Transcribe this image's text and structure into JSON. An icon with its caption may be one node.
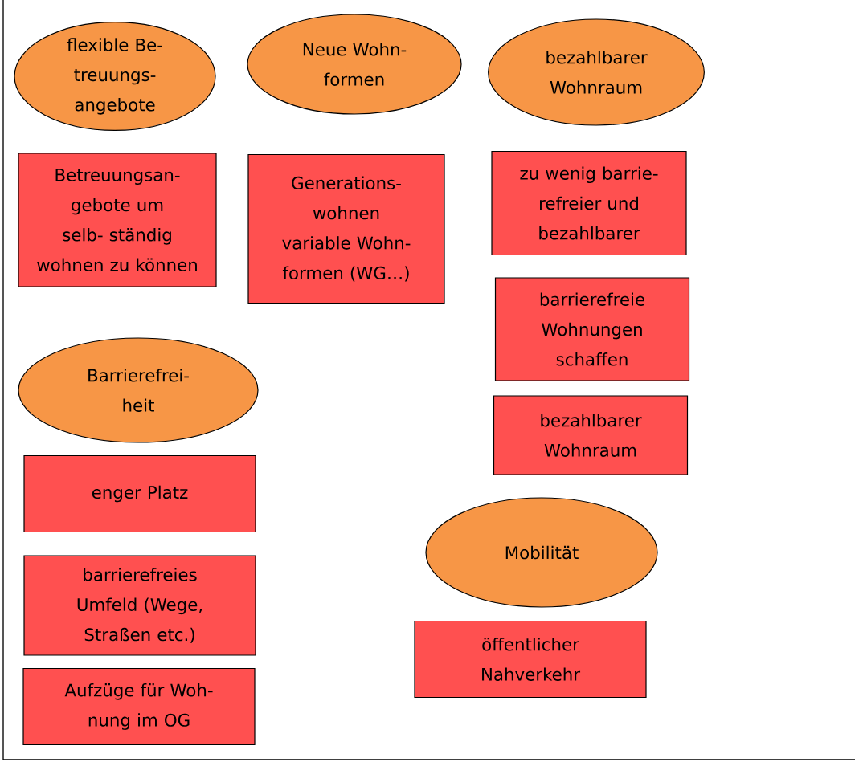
{
  "diagram": {
    "nodes": [
      {
        "text": [
          "flexible Be- treuungs- angebote"
        ]
      },
      {
        "text": [
          "Neue Wohn- formen"
        ]
      },
      {
        "text": [
          "bezahlbarer Wohnraum"
        ]
      },
      {
        "text": [
          "Betreuungsan- gebote um selb- ständig wohnen zu können"
        ]
      },
      {
        "text": [
          "Generations- wohnen variable Wohn- formen (WG…)"
        ]
      },
      {
        "text": [
          "zu wenig barrie- refreier und bezahlbarer"
        ]
      },
      {
        "text": [
          "barrierefreie Wohnungen schaffen"
        ]
      },
      {
        "text": [
          "bezahlbarer Wohnraum"
        ]
      },
      {
        "text": [
          "Barrierefrei- heit"
        ]
      },
      {
        "text": [
          "enger Platz"
        ]
      },
      {
        "text": [
          "barrierefreies Umfeld (Wege, Straßen etc.)"
        ]
      },
      {
        "text": [
          "Aufzüge für Woh- nung im OG"
        ]
      },
      {
        "text": [
          "Mobilität"
        ]
      },
      {
        "text": [
          "öffentlicher Nahverkehr"
        ]
      }
    ]
  }
}
